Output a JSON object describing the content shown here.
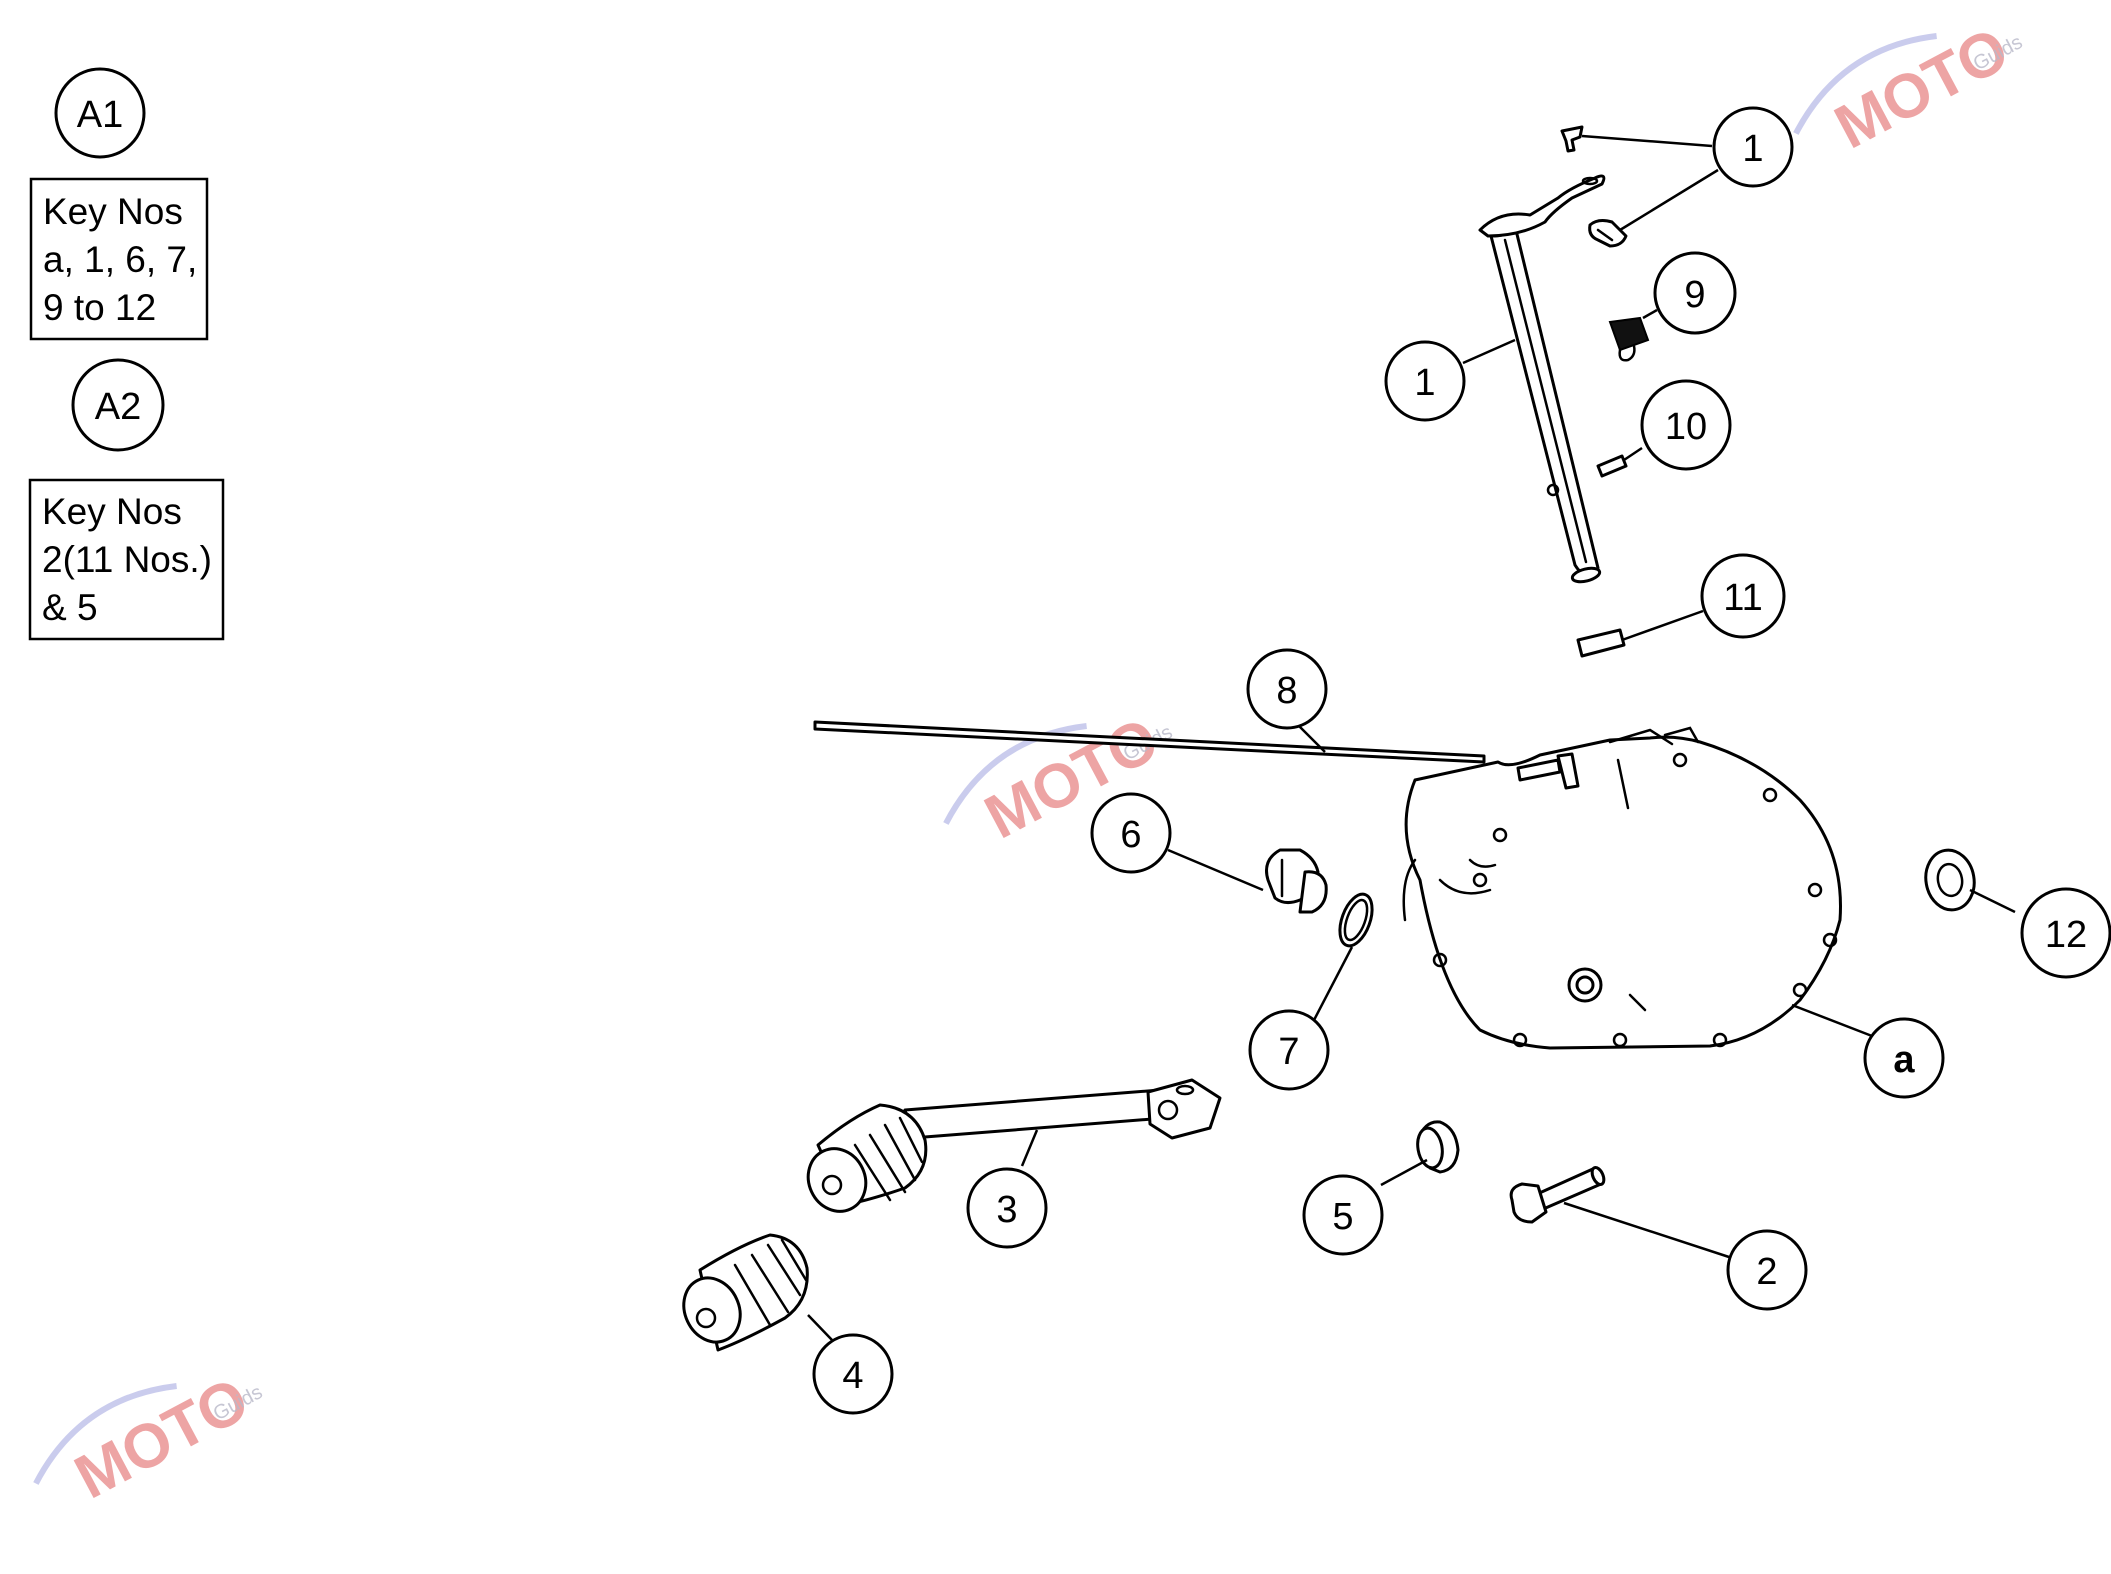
{
  "groups": [
    {
      "id": "A1",
      "lines": [
        "Key Nos",
        "a, 1, 6, 7,",
        "9 to 12"
      ]
    },
    {
      "id": "A2",
      "lines": [
        "Key Nos",
        "2(11 Nos.)",
        "& 5"
      ]
    }
  ],
  "callouts": {
    "c1_top": "1",
    "c1_left": "1",
    "c2": "2",
    "c3": "3",
    "c4": "4",
    "c5": "5",
    "c6": "6",
    "c7": "7",
    "c8": "8",
    "c9": "9",
    "c10": "10",
    "c11": "11",
    "c12": "12",
    "ca": "a"
  },
  "watermark": {
    "brand": "MOTO",
    "sub": "Guids"
  },
  "colors": {
    "line": "#000000",
    "background": "#ffffff",
    "watermark_red": "#e05a5a",
    "watermark_blue": "#8a8fd6"
  }
}
